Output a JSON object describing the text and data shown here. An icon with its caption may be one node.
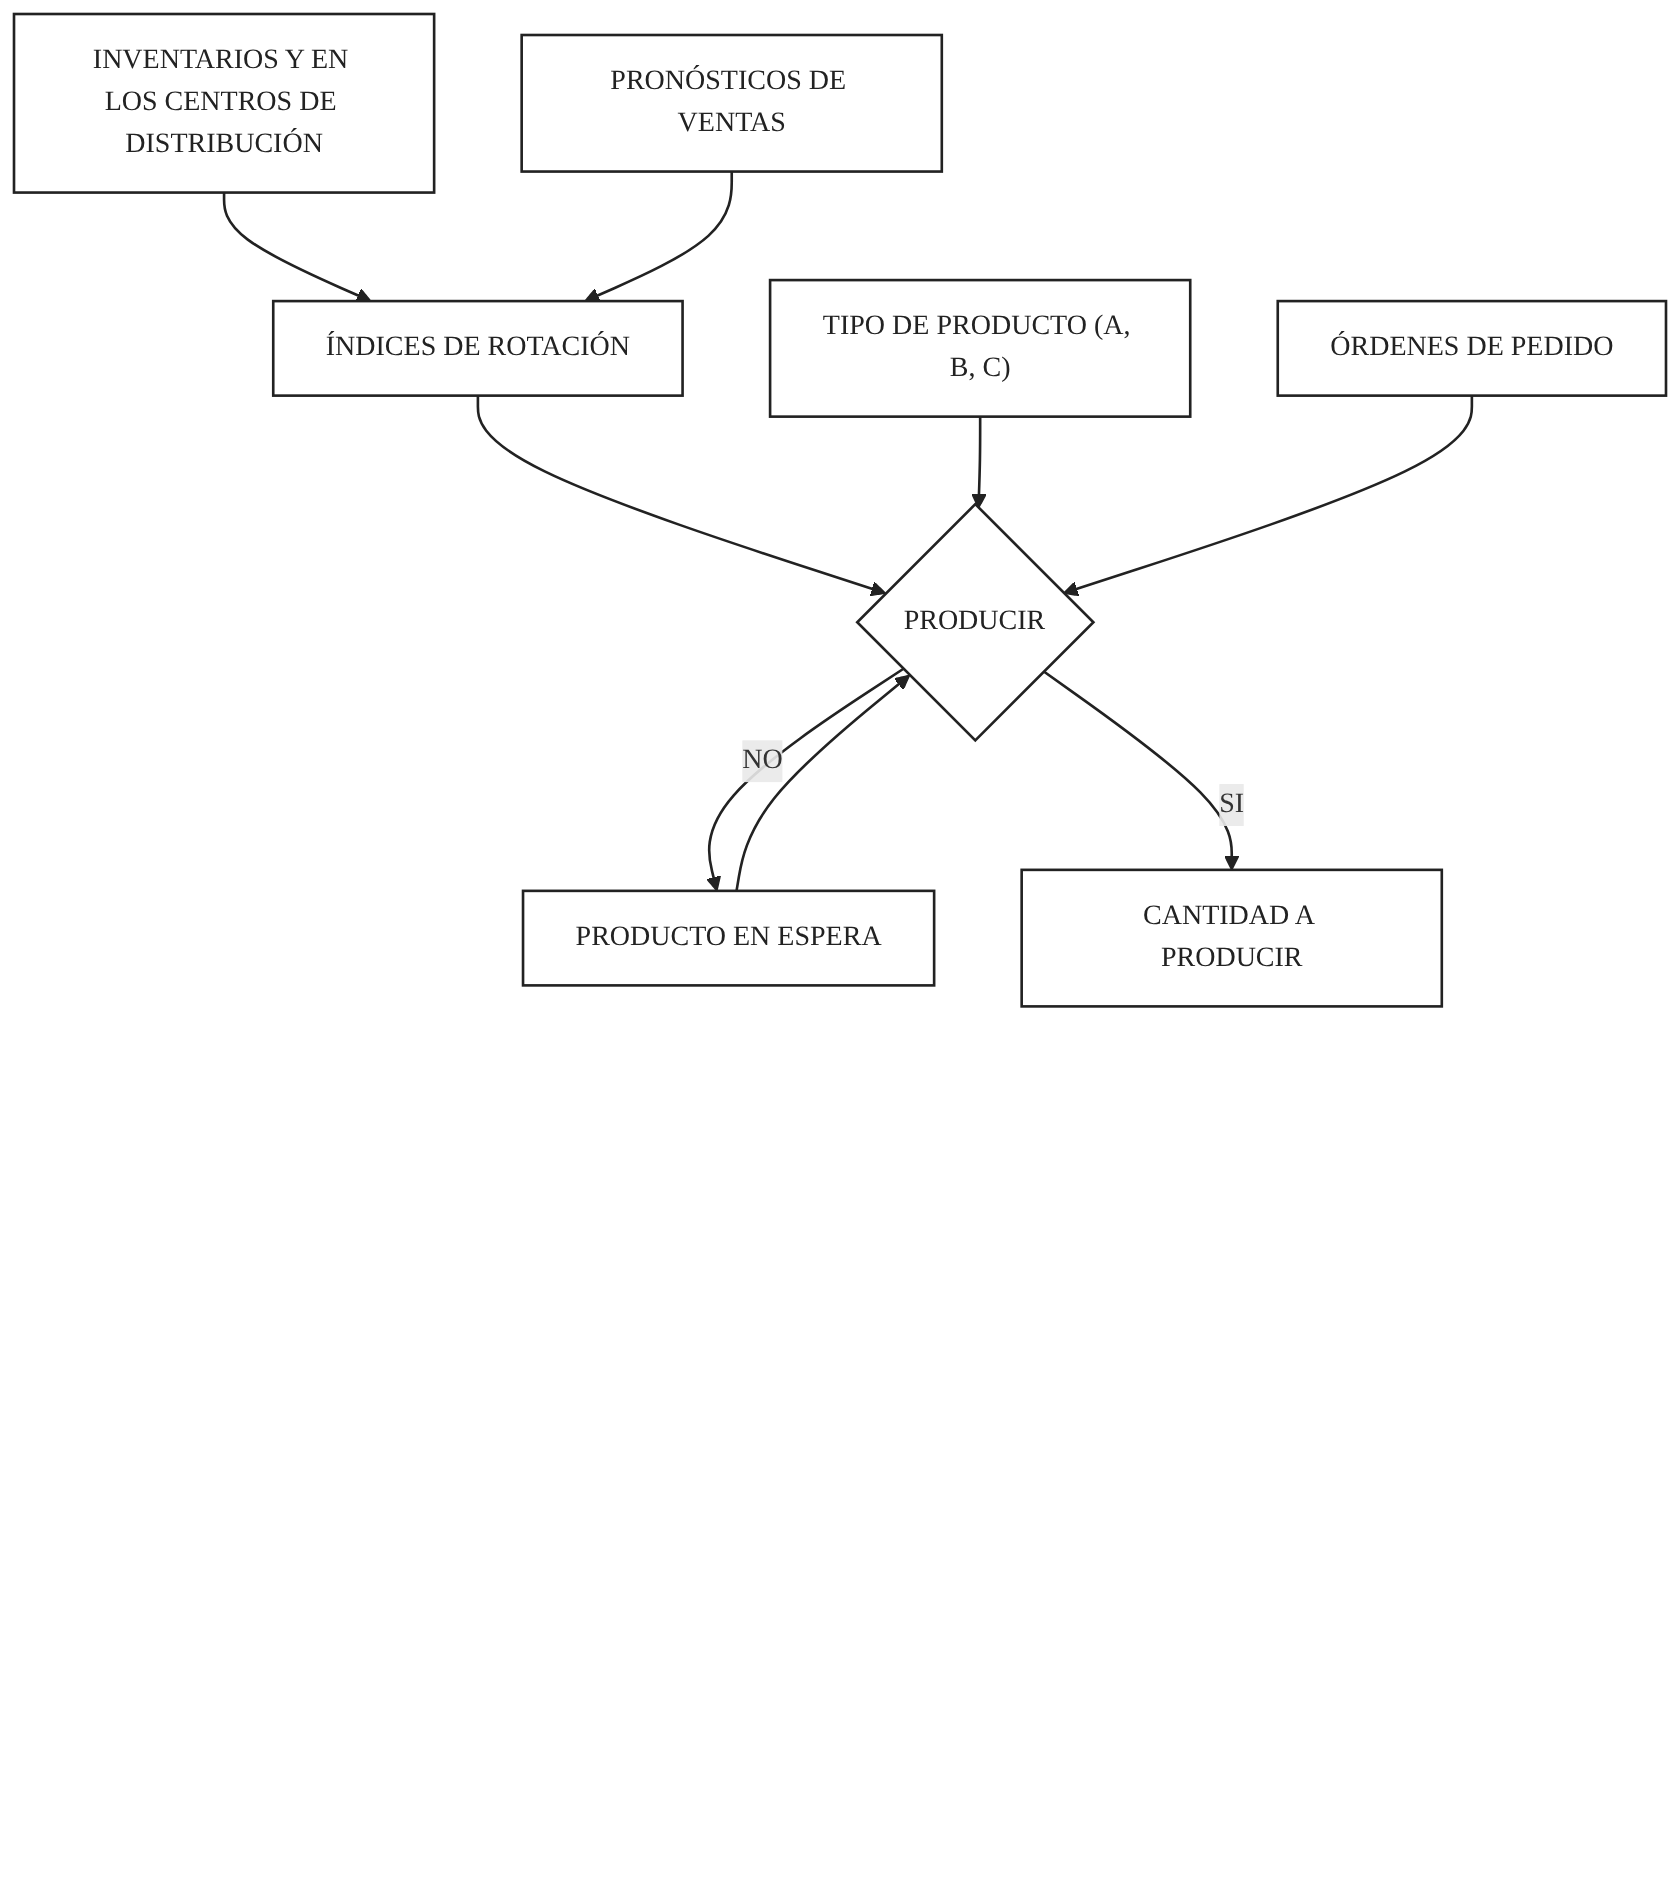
{
  "diagram": {
    "nodes": [
      {
        "text": [
          "INVENTARIOS Y EN LOS CENTROS DE DISTRIBUCIÓN"
        ]
      },
      {
        "text": [
          "PRONÓSTICOS DE VENTAS"
        ]
      },
      {
        "text": [
          "ÓRDENES DE PEDIDO"
        ]
      },
      {
        "text": [
          "ÍNDICES DE ROTACIÓN"
        ]
      },
      {
        "text": [
          "TIPO DE PRODUCTO (A, B, C)"
        ]
      },
      {
        "text": [
          "PRODUCIR"
        ]
      },
      {
        "text": [
          "PRODUCTO EN ESPERA"
        ]
      },
      {
        "text": [
          "CANTIDAD A PRODUCIR"
        ]
      }
    ],
    "edges": [
      {
        "from": 0,
        "to": 3,
        "arrow": "to"
      },
      {
        "from": 1,
        "to": 3,
        "arrow": "to"
      },
      {
        "from": 3,
        "to": 5,
        "arrow": "to"
      },
      {
        "from": 4,
        "to": 5,
        "arrow": "to"
      },
      {
        "from": 2,
        "to": 5,
        "arrow": "to"
      },
      {
        "from": 5,
        "to": 6,
        "arrow": "to",
        "label": "NO"
      },
      {
        "from": 6,
        "to": 5,
        "arrow": "to"
      },
      {
        "from": 5,
        "to": 7,
        "arrow": "to",
        "label": "SI"
      }
    ]
  }
}
